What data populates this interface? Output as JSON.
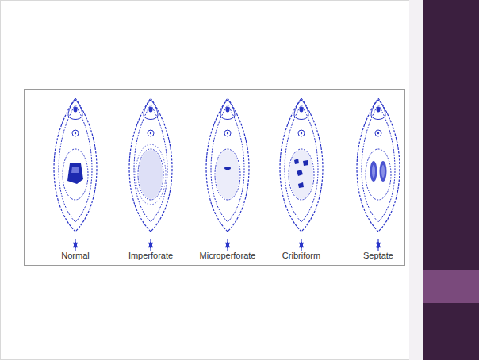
{
  "diagram": {
    "labels": [
      "Normal",
      "Imperforate",
      "Microperforate",
      "Cribriform",
      "Septate"
    ]
  }
}
